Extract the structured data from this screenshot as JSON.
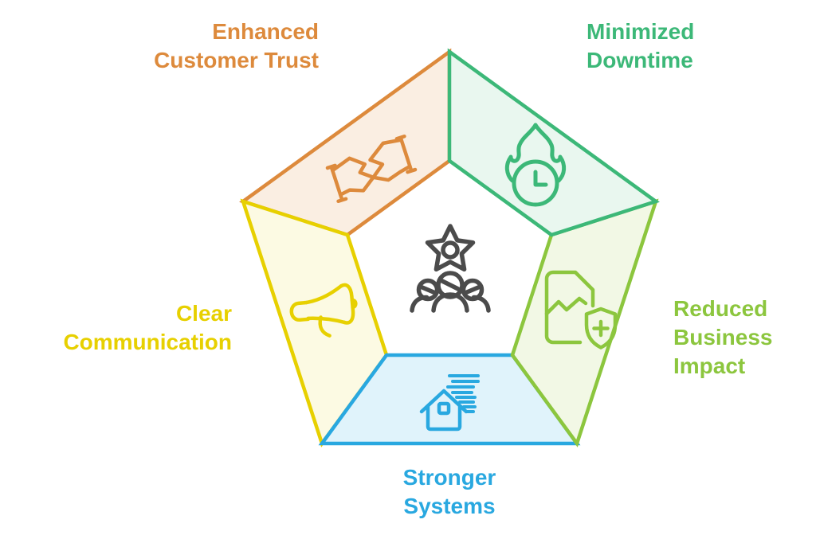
{
  "center": {
    "icon": "team-gear-icon",
    "color": "#4B4B4B"
  },
  "segments": [
    {
      "id": "enhanced-customer-trust",
      "label": "Enhanced\nCustomer Trust",
      "icon": "handshake-icon",
      "color": "#DD8A3C",
      "fill": "#FAEEE2"
    },
    {
      "id": "minimized-downtime",
      "label": "Minimized\nDowntime",
      "icon": "flame-clock-icon",
      "color": "#3CB878",
      "fill": "#E9F7EF"
    },
    {
      "id": "reduced-business-impact",
      "label": "Reduced\nBusiness\nImpact",
      "icon": "document-shield-icon",
      "color": "#8CC63E",
      "fill": "#F2F8E5"
    },
    {
      "id": "stronger-systems",
      "label": "Stronger\nSystems",
      "icon": "house-storm-icon",
      "color": "#29A8E0",
      "fill": "#E0F3FB"
    },
    {
      "id": "clear-communication",
      "label": "Clear\nCommunication",
      "icon": "megaphone-icon",
      "color": "#E7D000",
      "fill": "#FCFAE3"
    }
  ]
}
